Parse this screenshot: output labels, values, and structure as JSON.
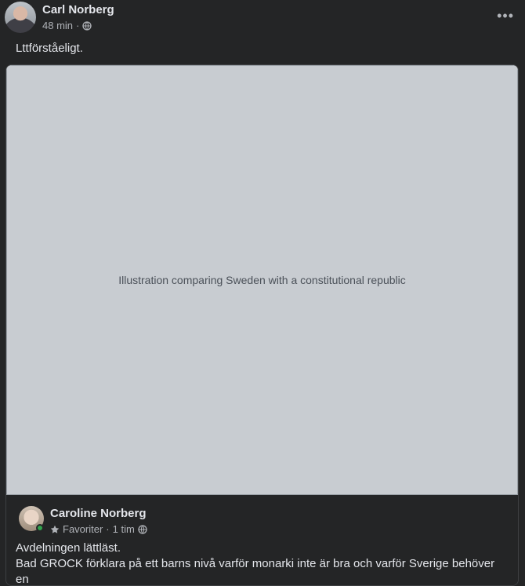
{
  "post": {
    "author": "Carl Norberg",
    "time": "48 min",
    "separator": "·",
    "more_label": "•••",
    "text": "Lttförståeligt."
  },
  "image": {
    "placeholder": "Illustration comparing Sweden with a constitutional republic"
  },
  "comment": {
    "author": "Caroline Norberg",
    "badge": "Favoriter",
    "separator": "·",
    "time": "1 tim",
    "line1": "Avdelningen lättläst.",
    "line2": "Bad GROCK förklara på ett barns nivå varför monarki inte är bra och varför Sverige behöver",
    "line3": "en"
  }
}
